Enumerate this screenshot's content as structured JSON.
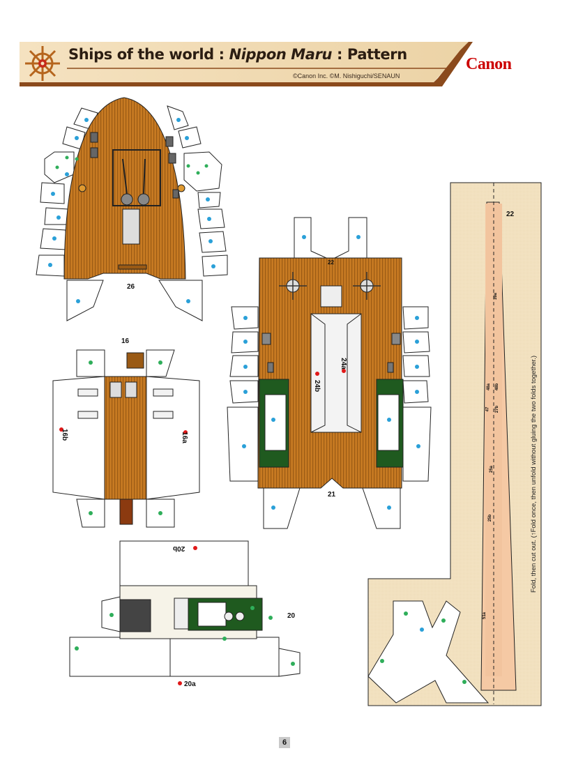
{
  "header": {
    "title_prefix": "Ships of the world : ",
    "title_ship": "Nippon Maru",
    "title_suffix": " : Pattern",
    "copyright": "©Canon Inc. ©M. Nishiguchi/SENAUN",
    "brand": "Canon",
    "brand_color": "#cc0000",
    "banner_color": "#f2dcb5",
    "stripe_color": "#8b4a1c",
    "wheel_icon": "ship-wheel-icon"
  },
  "pieces": {
    "p26": "26",
    "p16": "16",
    "p16a": "16a",
    "p16b": "16b",
    "p21": "21",
    "p22_top": "22",
    "p24a": "24a",
    "p24b": "24b",
    "p20": "20",
    "p20a": "20a",
    "p20b": "20b",
    "p22": "22"
  },
  "mast_labels": [
    "39a",
    "48b",
    "48a",
    "27b",
    "47",
    "25a",
    "25b",
    "51a"
  ],
  "fold_note": "Fold, then cut out. (↑Fold once, then unfold without gluing the two folds together.)",
  "page_number": "6",
  "colors": {
    "wood": "#c77a22",
    "wood_dark": "#9a5a14",
    "green": "#1f5a1f",
    "mast_panel": "#f4e4c4",
    "mast": "#f5c9a4",
    "dot_blue": "#2aa0d8",
    "dot_green": "#2fae5a",
    "dot_red": "#e01818"
  }
}
